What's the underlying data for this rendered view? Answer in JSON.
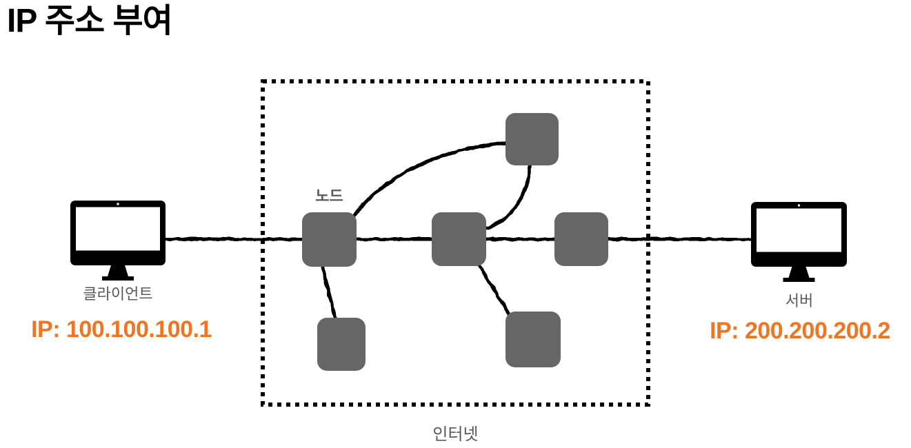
{
  "title": "IP 주소 부여",
  "client": {
    "label": "클라이언트",
    "ip_label": "IP: 100.100.100.1"
  },
  "server": {
    "label": "서버",
    "ip_label": "IP: 200.200.200.2"
  },
  "internet_cloud": {
    "box_label": "인터넷",
    "node_label": "노드",
    "node_count": 6,
    "link_count": 5
  },
  "colors": {
    "accent_orange": "#EE7623",
    "node_gray": "#666666",
    "label_gray": "#595959",
    "line_black": "#000000",
    "monitor_black": "#000000"
  }
}
